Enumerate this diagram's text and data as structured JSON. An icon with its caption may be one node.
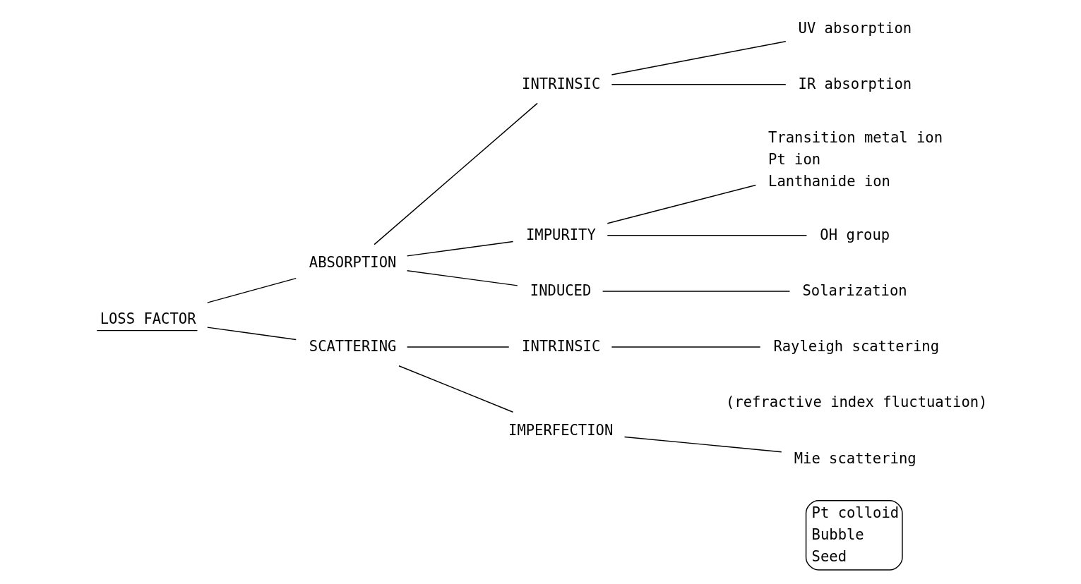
{
  "diagram": {
    "nodes": [
      {
        "text": [
          "LOSS FACTOR"
        ]
      },
      {
        "text": [
          "ABSORPTION"
        ]
      },
      {
        "text": [
          "SCATTERING"
        ]
      },
      {
        "text": [
          "INTRINSIC"
        ]
      },
      {
        "text": [
          "IMPURITY"
        ]
      },
      {
        "text": [
          "INDUCED"
        ]
      },
      {
        "text": [
          "UV absorption"
        ]
      },
      {
        "text": [
          "IR absorption"
        ]
      },
      {
        "text": [
          "Transition metal ion",
          "Pt ion",
          "Lanthanide ion"
        ]
      },
      {
        "text": [
          "OH group"
        ]
      },
      {
        "text": [
          "Solarization"
        ]
      },
      {
        "text": [
          "INTRINSIC"
        ]
      },
      {
        "text": [
          "IMPERFECTION"
        ]
      },
      {
        "text": [
          "Rayleigh scattering"
        ],
        "beside": [
          "(refractive index fluctuation)"
        ]
      },
      {
        "text": [
          "Mie scattering"
        ],
        "beside": [
          "Pt colloid",
          "Bubble",
          "Seed"
        ]
      }
    ],
    "edges": [
      {
        "from": 0,
        "to": 1,
        "arrow": "none"
      },
      {
        "from": 0,
        "to": 2,
        "arrow": "none"
      },
      {
        "from": 1,
        "to": 3,
        "arrow": "none"
      },
      {
        "from": 1,
        "to": 4,
        "arrow": "none"
      },
      {
        "from": 1,
        "to": 5,
        "arrow": "none"
      },
      {
        "from": 3,
        "to": 6,
        "arrow": "none"
      },
      {
        "from": 3,
        "to": 7,
        "arrow": "none"
      },
      {
        "from": 4,
        "to": 8,
        "arrow": "none"
      },
      {
        "from": 4,
        "to": 9,
        "arrow": "none"
      },
      {
        "from": 5,
        "to": 10,
        "arrow": "none"
      },
      {
        "from": 2,
        "to": 11,
        "arrow": "none"
      },
      {
        "from": 2,
        "to": 12,
        "arrow": "none"
      },
      {
        "from": 11,
        "to": 13,
        "arrow": "none"
      },
      {
        "from": 12,
        "to": 14,
        "arrow": "none"
      }
    ]
  }
}
